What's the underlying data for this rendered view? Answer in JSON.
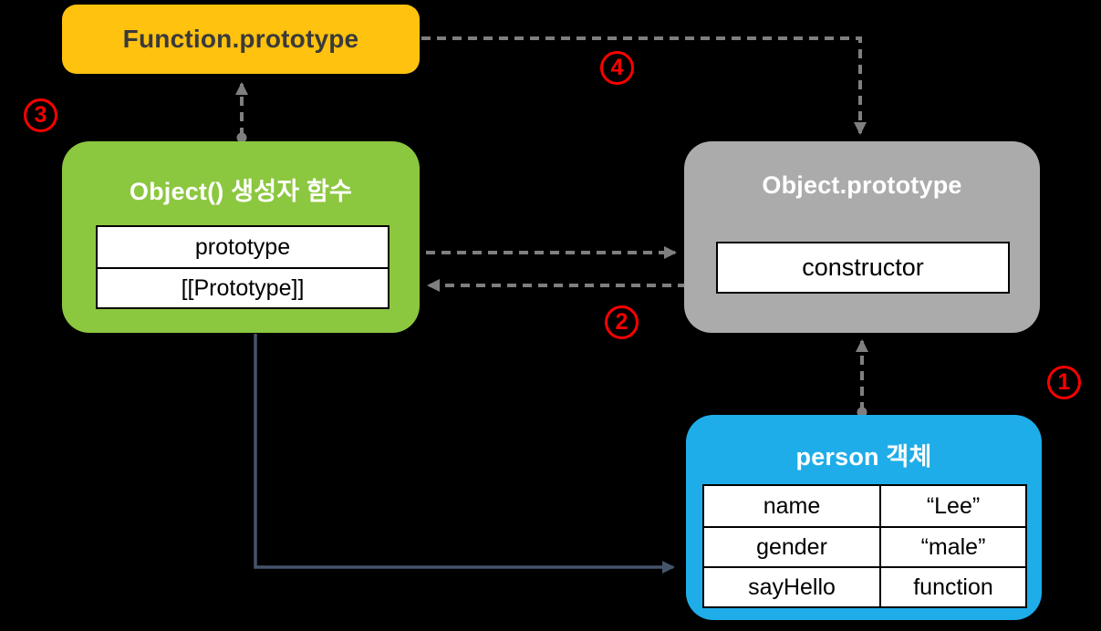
{
  "boxes": {
    "function_prototype": {
      "title": "Function.prototype"
    },
    "constructor_function": {
      "title": "Object() 생성자 함수",
      "slots": [
        "prototype",
        "[[Prototype]]"
      ]
    },
    "object_prototype": {
      "title": "Object.prototype",
      "slot": "constructor"
    },
    "person": {
      "title": "person 객체",
      "rows": [
        {
          "key": "name",
          "value": "“Lee”"
        },
        {
          "key": "gender",
          "value": "“male”"
        },
        {
          "key": "sayHello",
          "value": "function"
        }
      ]
    }
  },
  "steps": {
    "one": "1",
    "two": "2",
    "three": "3",
    "four": "4"
  },
  "colors": {
    "background": "#000000",
    "function_box": "#FFC20E",
    "constructor_box": "#8CC740",
    "prototype_box": "#ABABAB",
    "person_box": "#1FADE9",
    "step_red": "#FF0000",
    "dashed_arrow": "#7F7F7F",
    "solid_arrow": "#44546A"
  }
}
